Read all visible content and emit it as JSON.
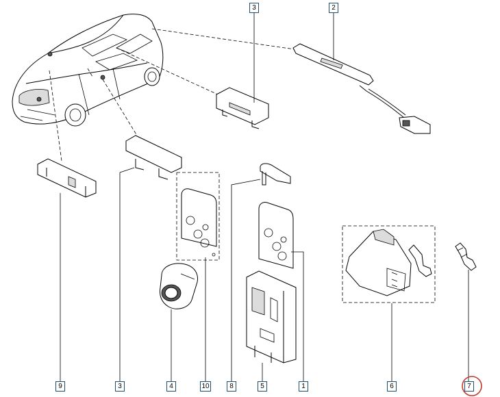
{
  "callouts": {
    "c1": "1",
    "c2": "2",
    "c3_top": "3",
    "c3_bottom": "3",
    "c4": "4",
    "c5": "5",
    "c6": "6",
    "c7": "7",
    "c8": "8",
    "c9": "9",
    "c10": "10"
  },
  "colors": {
    "callout_border": "#1f4b6e",
    "highlight_circle": "#c0392b",
    "line": "#000000"
  },
  "highlighted_callout": "7"
}
